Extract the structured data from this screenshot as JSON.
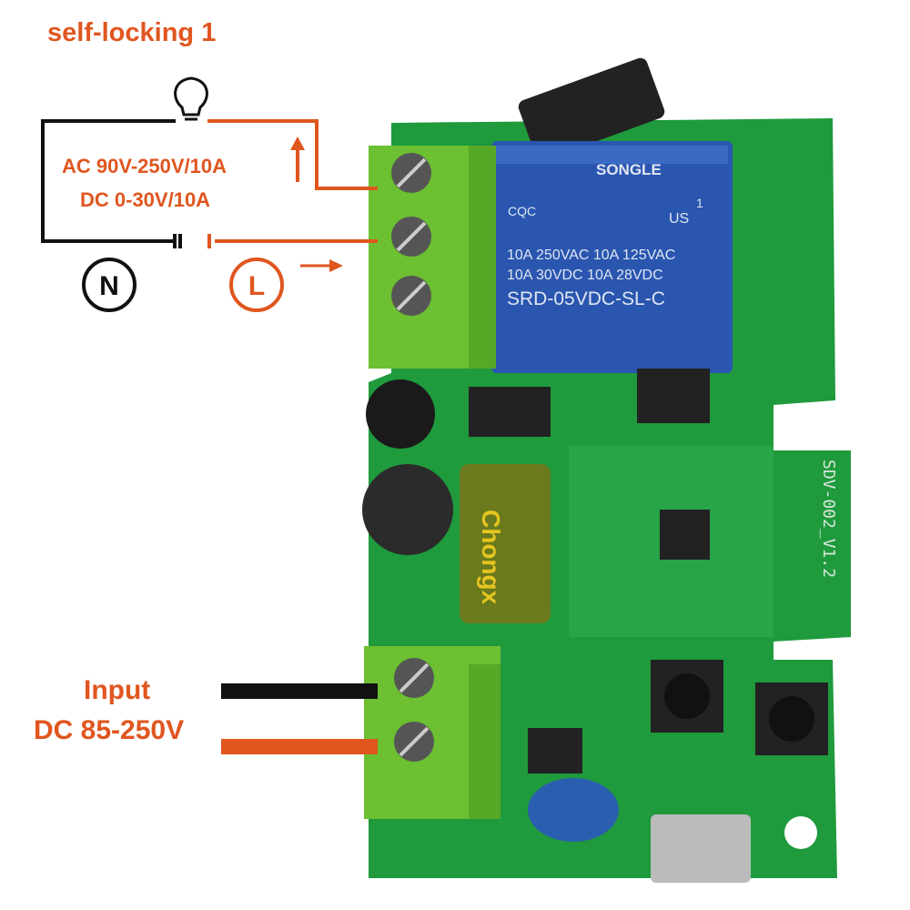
{
  "title": "self-locking 1",
  "load": {
    "ac_rating": "AC 90V-250V/10A",
    "dc_rating": "DC 0-30V/10A",
    "neutral": "N",
    "live": "L",
    "icon": "light-bulb-icon"
  },
  "input": {
    "label": "Input",
    "rating": "DC 85-250V"
  },
  "board": {
    "relay_brand": "SONGLE",
    "relay_cert": "CQC",
    "relay_ul": "US",
    "relay_ul_num": "1",
    "relay_line1": "10A 250VAC  10A 125VAC",
    "relay_line2": "10A  30VDC  10A 28VDC",
    "relay_model": "SRD-05VDC-SL-C",
    "pcb_version": "SDV-002_V1.2",
    "capacitor_brand": "Chongx"
  },
  "colors": {
    "accent": "#e0561f",
    "pcb": "#1f9a3c",
    "terminal": "#6cc031",
    "relay": "#2a56b0"
  }
}
